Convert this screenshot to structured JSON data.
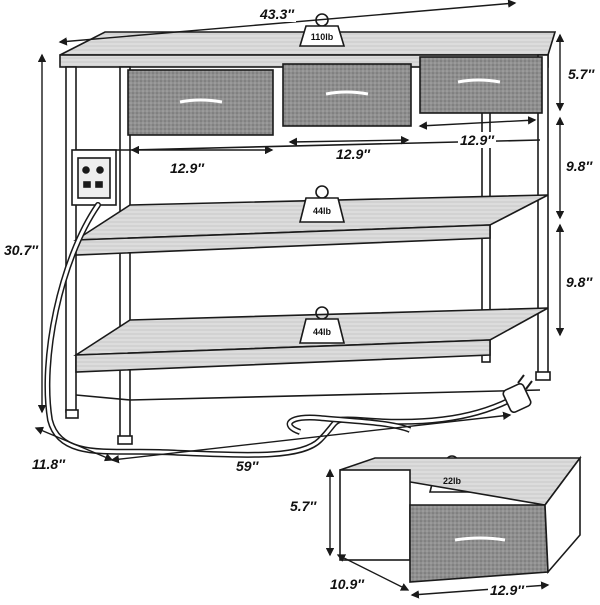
{
  "product": {
    "dimensions": {
      "overall_width": "43.3″",
      "drawer_height": "5.7″",
      "drawer_width_left": "12.9″",
      "drawer_width_middle": "12.9″",
      "drawer_width_right": "12.9″",
      "shelf_gap_upper": "9.8″",
      "shelf_gap_lower": "9.8″",
      "overall_height": "30.7″",
      "overall_depth": "11.8″",
      "cord_length": "59″"
    },
    "load_ratings": {
      "top": "110lb",
      "middle_shelf": "44lb",
      "bottom_shelf": "44lb",
      "single_drawer": "22lb"
    },
    "single_drawer": {
      "height": "5.7″",
      "depth": "10.9″",
      "width": "12.9″"
    }
  },
  "colors": {
    "line": "#1a1a1a",
    "wood_fill": "#d9d9d9",
    "fabric_fill": "#8c8c8c",
    "background": "#ffffff"
  },
  "icons": [
    "weight-icon",
    "power-strip-icon",
    "plug-icon"
  ]
}
